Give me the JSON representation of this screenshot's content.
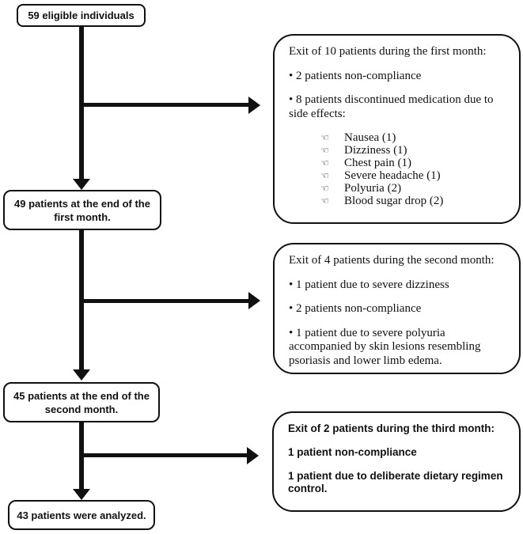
{
  "nodes": {
    "eligible": {
      "text": "59 eligible individuals"
    },
    "end_month_1": {
      "line1": "49 patients at the end of the",
      "line2": "first month."
    },
    "end_month_2": {
      "line1": "45 patients at the end of the",
      "line2": "second month."
    },
    "analyzed": {
      "text": "43 patients were analyzed."
    }
  },
  "exits": {
    "first": {
      "title": "Exit of 10 patients during the first month:",
      "bullet1": "• 2 patients non-compliance",
      "bullet2": "• 8 patients discontinued medication due to side effects:",
      "side_effects": [
        "Nausea (1)",
        "Dizziness (1)",
        "Chest pain (1)",
        "Severe headache (1)",
        "Polyuria (2)",
        "Blood sugar drop (2)"
      ]
    },
    "second": {
      "title": "Exit of 4 patients during the second month:",
      "bullet1": "• 1 patient due to severe dizziness",
      "bullet2": "• 2 patients non-compliance",
      "bullet3": "• 1 patient due to severe polyuria accompanied by skin lesions resembling psoriasis and lower limb edema."
    },
    "third": {
      "title": "Exit of 2 patients during the third month:",
      "line1": "1 patient non-compliance",
      "line2": "1 patient due to deliberate dietary regimen control."
    }
  },
  "icons": {
    "hand_bullet": "☜"
  },
  "colors": {
    "ink": "#111111",
    "background": "#ffffff"
  }
}
